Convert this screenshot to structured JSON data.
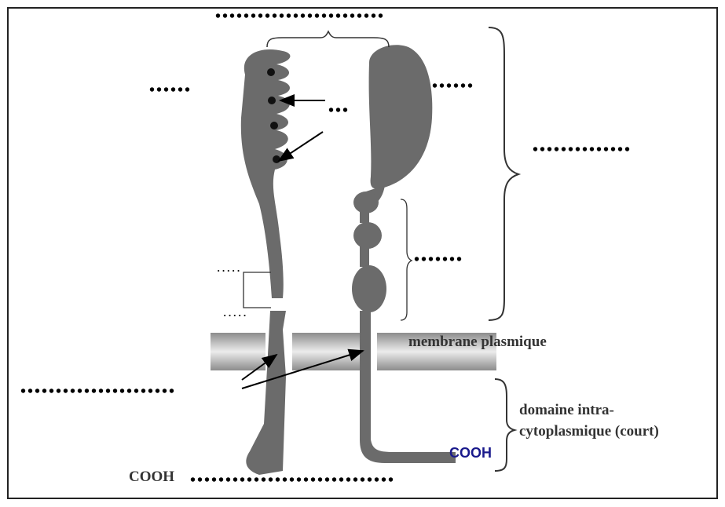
{
  "labels": {
    "membrane": "membrane plasmique",
    "intracyto_line1": "domaine intra-",
    "intracyto_line2": "cytoplasmique (court)",
    "cooh_left": "COOH",
    "cooh_right": "COOH"
  },
  "blanks": {
    "top": "••••••••••••••••••••••••",
    "left_top": "••••••",
    "arrow_label": "•••",
    "right_top": "••••••",
    "extracellular": "••••••••••••••",
    "constant_domain": "•••••••",
    "small_top": "·····",
    "small_bottom": "·····",
    "transmembrane": "••••••••••••••••••••••",
    "bottom": "•••••••••••••••••••••••••••••"
  },
  "colors": {
    "chain": "#6b6b6b",
    "membrane_dark": "#8c8c8c",
    "membrane_light": "#e6e6e6",
    "cooh_right": "#1a1a8c",
    "cooh_left": "#333333"
  }
}
